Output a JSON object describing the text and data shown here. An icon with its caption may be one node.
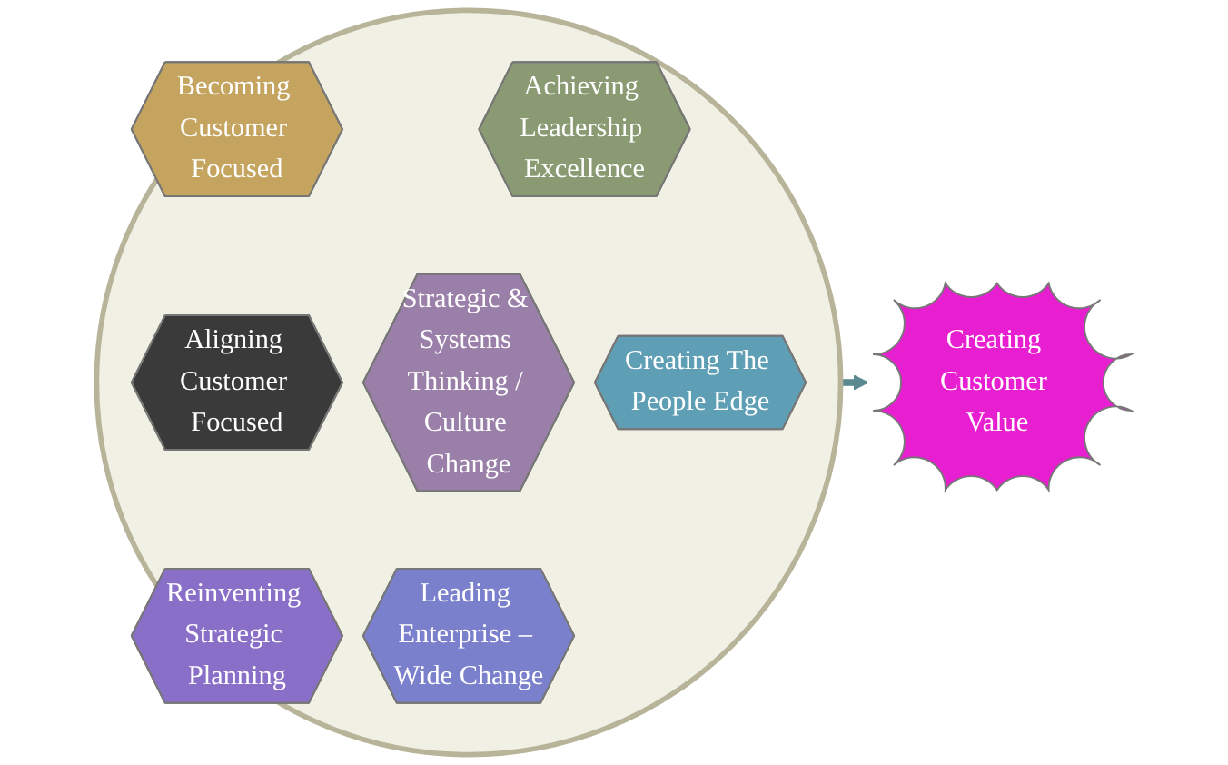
{
  "diagram": {
    "nodes": [
      {
        "text": [],
        "shape": "circle"
      },
      {
        "text": [
          "Aligning Customer Focused"
        ],
        "in": 0
      },
      {
        "text": [
          "Becoming Customer Focused"
        ],
        "in": 0
      },
      {
        "text": [
          "Reinventing Strategic Planning"
        ],
        "in": 0
      },
      {
        "text": [
          "Strategic & Systems Thinking / Culture Change"
        ],
        "in": 0
      },
      {
        "text": [
          "Achieving Leadership Excellence"
        ],
        "in": 0
      },
      {
        "text": [
          "Leading Enterprise – Wide Change"
        ],
        "in": 0
      },
      {
        "text": [
          "Creating The People Edge"
        ],
        "in": 0
      },
      {
        "text": [
          "Creating Customer Value"
        ]
      }
    ],
    "edges": [
      {
        "from": 0,
        "to": 8,
        "arrow": "to"
      }
    ]
  }
}
